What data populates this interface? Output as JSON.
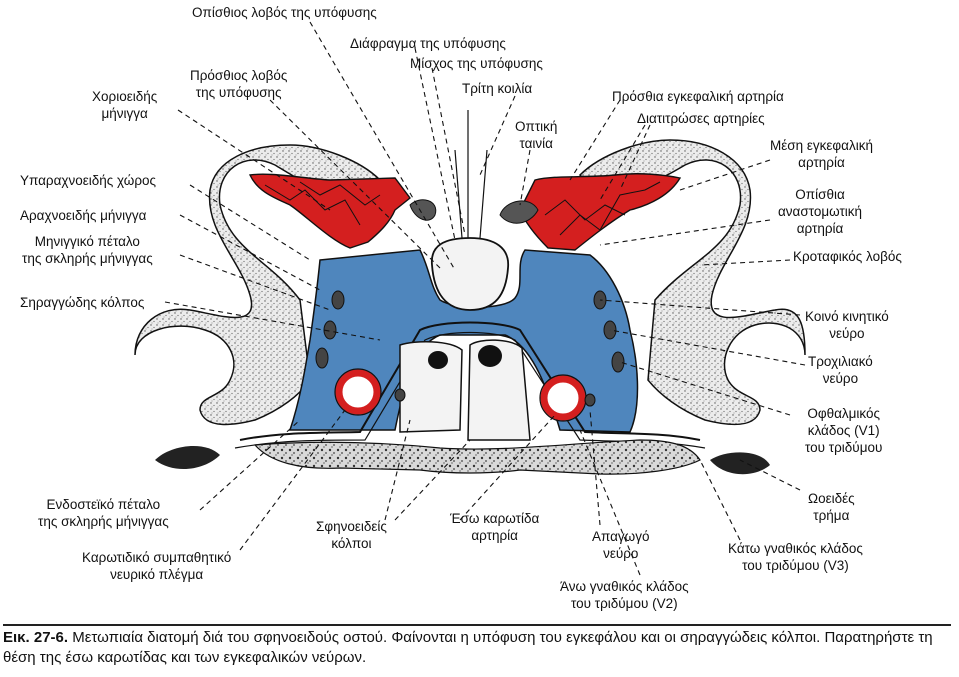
{
  "labels": {
    "posterior_lobe": "Οπίσθιος λοβός της υπόφυσης",
    "diaphragm": "Διάφραγμα της υπόφυσης",
    "stalk": "Μίσχος της υπόφυσης",
    "third_ventricle": "Τρίτη κοιλία",
    "anterior_lobe": [
      "Πρόσθιος λοβός",
      "της υπόφυσης"
    ],
    "choroid": [
      "Χοριοειδής",
      "μήνιγγα"
    ],
    "optic_tract": [
      "Οπτική",
      "ταινία"
    ],
    "anterior_cerebral_artery": "Πρόσθια εγκεφαλική αρτηρία",
    "perforating_arteries": "Διατιτρώσες αρτηρίες",
    "middle_cerebral_artery": [
      "Μέση εγκεφαλική",
      "αρτηρία"
    ],
    "subarachnoid_space": "Υπαραχνοειδής χώρος",
    "arachnoid": "Αραχνοειδής μήνιγγα",
    "meningeal_layer": [
      "Μηνιγγικό πέταλο",
      "της σκληρής μήνιγγας"
    ],
    "posterior_communicating_artery": [
      "Οπίσθια",
      "αναστομωτική",
      "αρτηρία"
    ],
    "temporal_lobe": "Κροταφικός λοβός",
    "cavernous_sinus": "Σηραγγώδης κόλπος",
    "oculomotor_nerve": [
      "Κοινό κινητικό",
      "νεύρο"
    ],
    "trochlear_nerve": [
      "Τροχιλιακό",
      "νεύρο"
    ],
    "ophthalmic_branch": [
      "Οφθαλμικός",
      "κλάδος (V1)",
      "του τριδύμου"
    ],
    "foramen_ovale": [
      "Ωοειδές",
      "τρήμα"
    ],
    "endosteal_layer": [
      "Ενδοστεϊκό πέταλο",
      "της σκληρής μήνιγγας"
    ],
    "sphenoid_sinuses": [
      "Σφηνοειδείς",
      "κόλποι"
    ],
    "internal_carotid": [
      "Έσω καρωτίδα",
      "αρτηρία"
    ],
    "abducens_nerve": [
      "Απαγωγό",
      "νεύρο"
    ],
    "mandibular_branch": [
      "Κάτω γναθικός κλάδος",
      "του τριδύμου (V3)"
    ],
    "carotid_plexus": [
      "Καρωτιδικό συμπαθητικό",
      "νευρικό πλέγμα"
    ],
    "maxillary_branch": [
      "Άνω γναθικός κλάδος",
      "του τριδύμου (V2)"
    ]
  },
  "caption": {
    "label": "Εικ. 27-6.",
    "text": "Μετωπιαία διατομή διά του σφηνοειδούς οστού. Φαίνονται η υπόφυση του εγκεφάλου και οι σηραγγώδεις κόλποι. Παρατηρήστε τη θέση της έσω καρωτίδας και των εγκεφαλικών νεύρων."
  },
  "colors": {
    "artery": "#d41f1f",
    "sinus": "#4f86bd",
    "brain": "#e8e8e8",
    "line": "#111111"
  }
}
